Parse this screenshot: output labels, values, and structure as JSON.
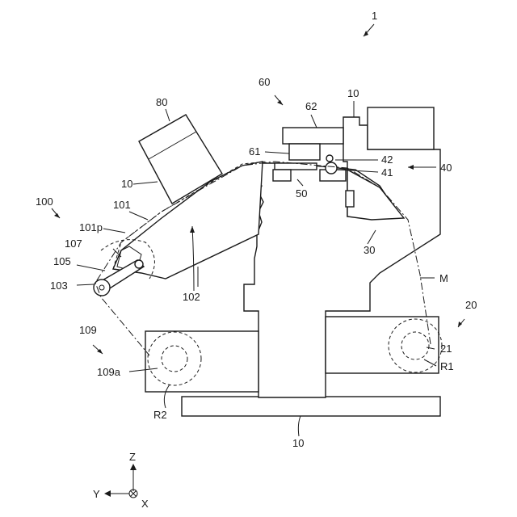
{
  "labels": {
    "fig_ref": "1",
    "cover_top": "10",
    "unit_60": "60",
    "part_62": "62",
    "part_80": "80",
    "part_61": "61",
    "part_42": "42",
    "part_41": "41",
    "unit_40": "40",
    "part_50": "50",
    "cover_left": "10",
    "unit_100": "100",
    "part_101": "101",
    "part_101p": "101p",
    "part_107": "107",
    "part_105": "105",
    "part_103": "103",
    "part_102": "102",
    "part_30": "30",
    "medium_M": "M",
    "unit_20": "20",
    "unit_109": "109",
    "part_21": "21",
    "roll_R1": "R1",
    "part_109a": "109a",
    "roll_R2": "R2",
    "base_10": "10"
  },
  "axes": {
    "z": "Z",
    "y": "Y",
    "x": "X"
  }
}
